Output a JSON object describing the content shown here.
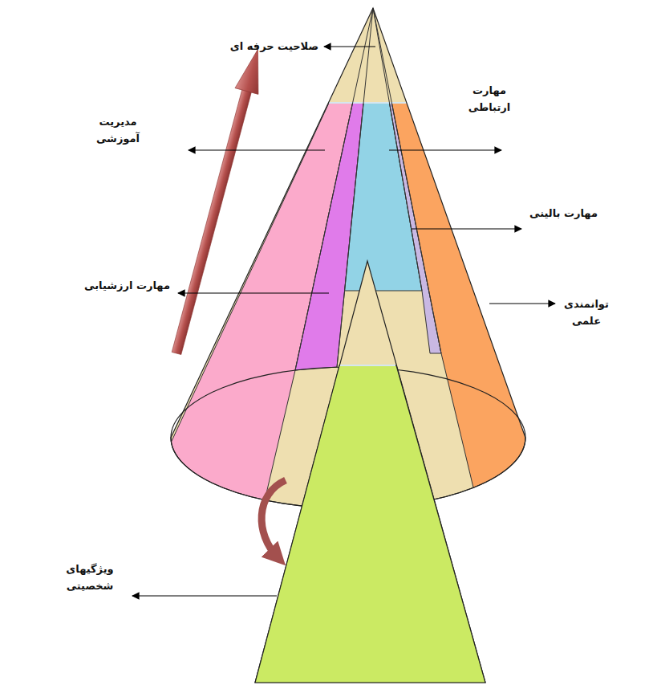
{
  "diagram": {
    "labels": [
      "صلاحیت حرفه ای",
      "مدیریت آموزشی",
      "مهارت ارتباطی",
      "مهارت بالینی",
      "مهارت ارزشیابی",
      "توانمندی علمی",
      "ویژگیهای شخصیتی"
    ]
  }
}
